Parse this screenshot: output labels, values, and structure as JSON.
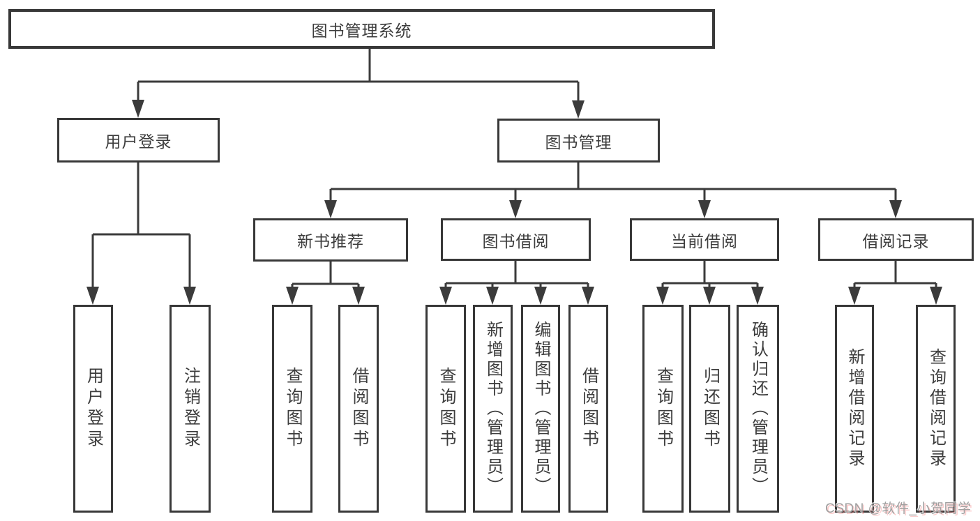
{
  "diagram": {
    "root": {
      "label": "图书管理系统"
    },
    "branches": {
      "user_login": {
        "label": "用户登录",
        "children": [
          "用户登录",
          "注销登录"
        ]
      },
      "book_mgmt": {
        "label": "图书管理"
      }
    },
    "modules": {
      "new_book": {
        "label": "新书推荐",
        "children": [
          "查询图书",
          "借阅图书"
        ]
      },
      "borrow": {
        "label": "图书借阅",
        "children": [
          "查询图书",
          "新增图书（管理员）",
          "编辑图书（管理员）",
          "借阅图书"
        ]
      },
      "current": {
        "label": "当前借阅",
        "children": [
          "查询图书",
          "归还图书",
          "确认归还（管理员）"
        ]
      },
      "records": {
        "label": "借阅记录",
        "children": [
          "新增借阅记录",
          "查询借阅记录"
        ]
      }
    }
  },
  "watermark": {
    "text": "CSDN @软件_小贺同学"
  },
  "colors": {
    "line": "#3b3b3b",
    "box_border": "#383838",
    "text": "#3d3d3d",
    "watermark": "#a0a0a0",
    "background": "#ffffff"
  }
}
